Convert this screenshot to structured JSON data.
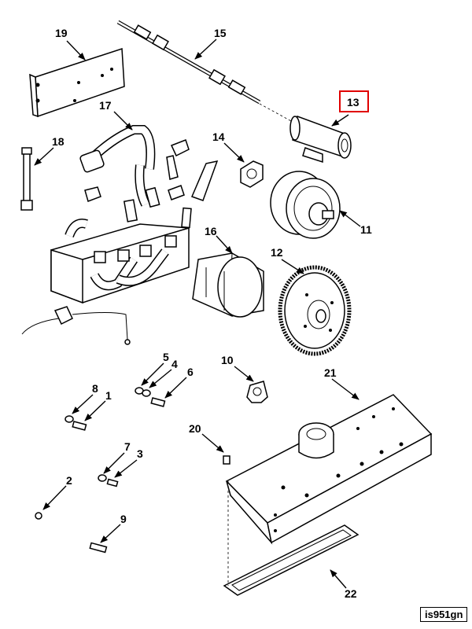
{
  "diagram": {
    "highlight_color": "#e00000",
    "highlighted_callout": "13",
    "code": "is951gn"
  },
  "callouts": {
    "c1": "1",
    "c2": "2",
    "c3": "3",
    "c4": "4",
    "c5": "5",
    "c6": "6",
    "c7": "7",
    "c8": "8",
    "c9": "9",
    "c10": "10",
    "c11": "11",
    "c12": "12",
    "c13": "13",
    "c14": "14",
    "c15": "15",
    "c16": "16",
    "c17": "17",
    "c18": "18",
    "c19": "19",
    "c20": "20",
    "c21": "21",
    "c22": "22"
  }
}
